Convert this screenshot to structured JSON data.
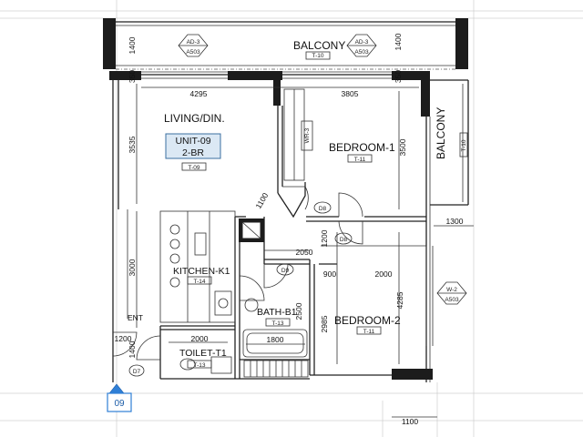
{
  "rooms": {
    "balcony_top": "BALCONY",
    "balcony_side": "BALCONY",
    "living": "LIVING/DIN.",
    "bedroom1": "BEDROOM-1",
    "bedroom2": "BEDROOM-2",
    "kitchen": "KITCHEN-K1",
    "bath": "BATH-B1",
    "toilet": "TOILET-T1",
    "entrance": "ENT"
  },
  "unit_label": {
    "line1": "UNIT-09",
    "line2": "2-BR"
  },
  "room_tags": {
    "balcony_top": "T-10",
    "balcony_side": "T-10",
    "living": "T-09",
    "bedroom1": "T-11",
    "bedroom2": "T-11",
    "kitchen": "T-14",
    "bath": "T-13",
    "toilet": "T-13"
  },
  "door_tags": {
    "wr3": "WR-3",
    "d8_a": "D8",
    "d8_b": "D8",
    "d9": "D9",
    "d7": "D7"
  },
  "elevation_tags": {
    "ad3_left": {
      "top": "AD-3",
      "bottom": "A503"
    },
    "ad3_right": {
      "top": "AD-3",
      "bottom": "A503"
    },
    "w2": {
      "top": "W-2",
      "bottom": "A503"
    }
  },
  "dimensions": {
    "balcony_depth": "1400",
    "balcony_depth_right": "1400",
    "wall_left": "350",
    "wall_right": "350",
    "living_width": "4295",
    "bedroom1_width": "3805",
    "living_depth": "3535",
    "bedroom1_depth": "3500",
    "diag_1100": "1100",
    "corridor_1200": "1200",
    "corridor_2050": "2050",
    "kitchen_3000": "3000",
    "bed2_900": "900",
    "bed2_2000": "2000",
    "bed2_4285": "4285",
    "bed2_2985": "2985",
    "bath_2500": "2500",
    "bath_1800": "1800",
    "toilet_2000": "2000",
    "toilet_1200": "1200",
    "toilet_1400": "1400",
    "side_1300": "1300",
    "bottom_1100": "1100"
  },
  "grid_marker": "09"
}
